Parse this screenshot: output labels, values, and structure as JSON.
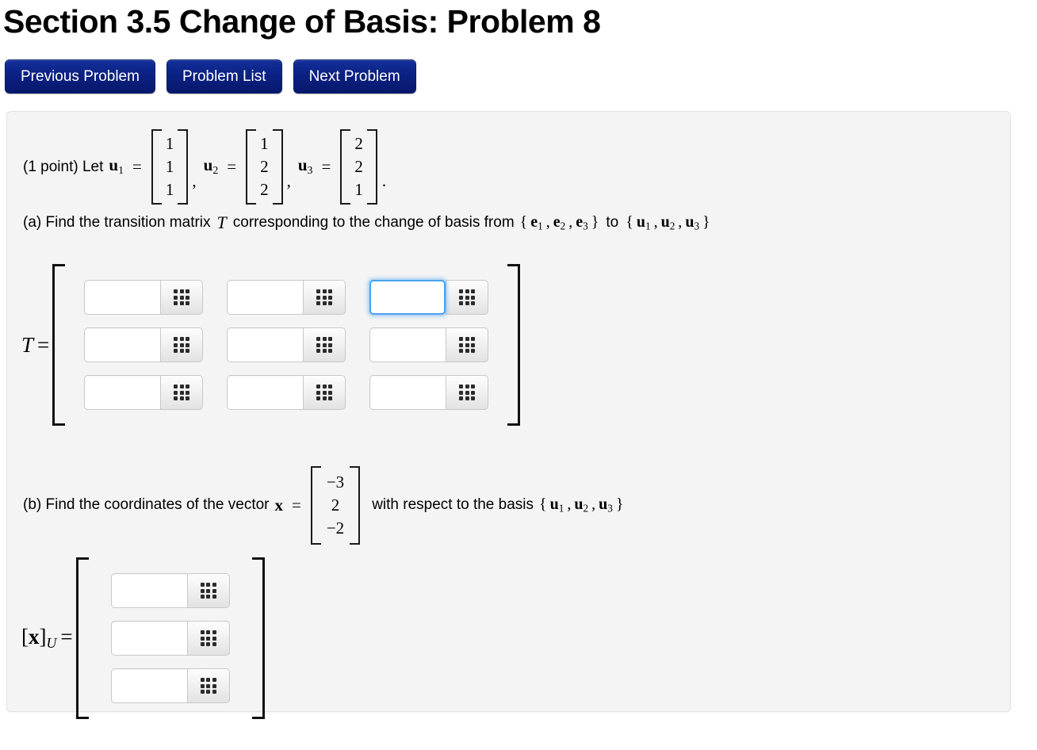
{
  "page_title": "Section 3.5 Change of Basis: Problem 8",
  "nav": {
    "buttons": [
      {
        "label": "Previous Problem",
        "name": "previous-problem-button"
      },
      {
        "label": "Problem List",
        "name": "problem-list-button"
      },
      {
        "label": "Next Problem",
        "name": "next-problem-button"
      }
    ],
    "button_color": "#0b2183"
  },
  "problem": {
    "points_label": "(1 point) Let",
    "u1_symbol": "u",
    "u1_index": "1",
    "u2_symbol": "u",
    "u2_index": "2",
    "u3_symbol": "u",
    "u3_index": "3",
    "equals": "=",
    "comma": ",",
    "period": ".",
    "u1_values": [
      "1",
      "1",
      "1"
    ],
    "u2_values": [
      "1",
      "2",
      "2"
    ],
    "u3_values": [
      "2",
      "2",
      "1"
    ],
    "part_a": {
      "text_1": "(a) Find the transition matrix",
      "matrix_symbol": "T",
      "text_2": "corresponding to the change of basis from",
      "basis_from": "{ e1 , e2 , e3 }",
      "text_3": "to",
      "basis_to": "{ u1 , u2 , u3 }",
      "lhs_label": "T",
      "lhs_equals": "=",
      "rows": [
        [
          {
            "value": "",
            "focused": false
          },
          {
            "value": "",
            "focused": false
          },
          {
            "value": "",
            "focused": true
          }
        ],
        [
          {
            "value": "",
            "focused": false
          },
          {
            "value": "",
            "focused": false
          },
          {
            "value": "",
            "focused": false
          }
        ],
        [
          {
            "value": "",
            "focused": false
          },
          {
            "value": "",
            "focused": false
          },
          {
            "value": "",
            "focused": false
          }
        ]
      ],
      "keypad_icon": "grid-dots-icon"
    },
    "part_b": {
      "text_1": "(b) Find the coordinates of the vector",
      "vector_symbol": "x",
      "equals": "=",
      "x_values": [
        "−3",
        "2",
        "−2"
      ],
      "text_2": "with respect to the basis",
      "basis": "{ u1 , u2 , u3 }",
      "lhs_label_open": "[",
      "lhs_label_bold": "x",
      "lhs_label_close": "]",
      "lhs_label_sub": "U",
      "lhs_equals": "=",
      "rows": [
        {
          "value": "",
          "focused": false
        },
        {
          "value": "",
          "focused": false
        },
        {
          "value": "",
          "focused": false
        }
      ]
    }
  },
  "colors": {
    "panel_bg": "#f4f4f4",
    "panel_border": "#e2e2e2",
    "focus_ring": "#4aa3f0",
    "nav_blue": "#0b2183"
  }
}
